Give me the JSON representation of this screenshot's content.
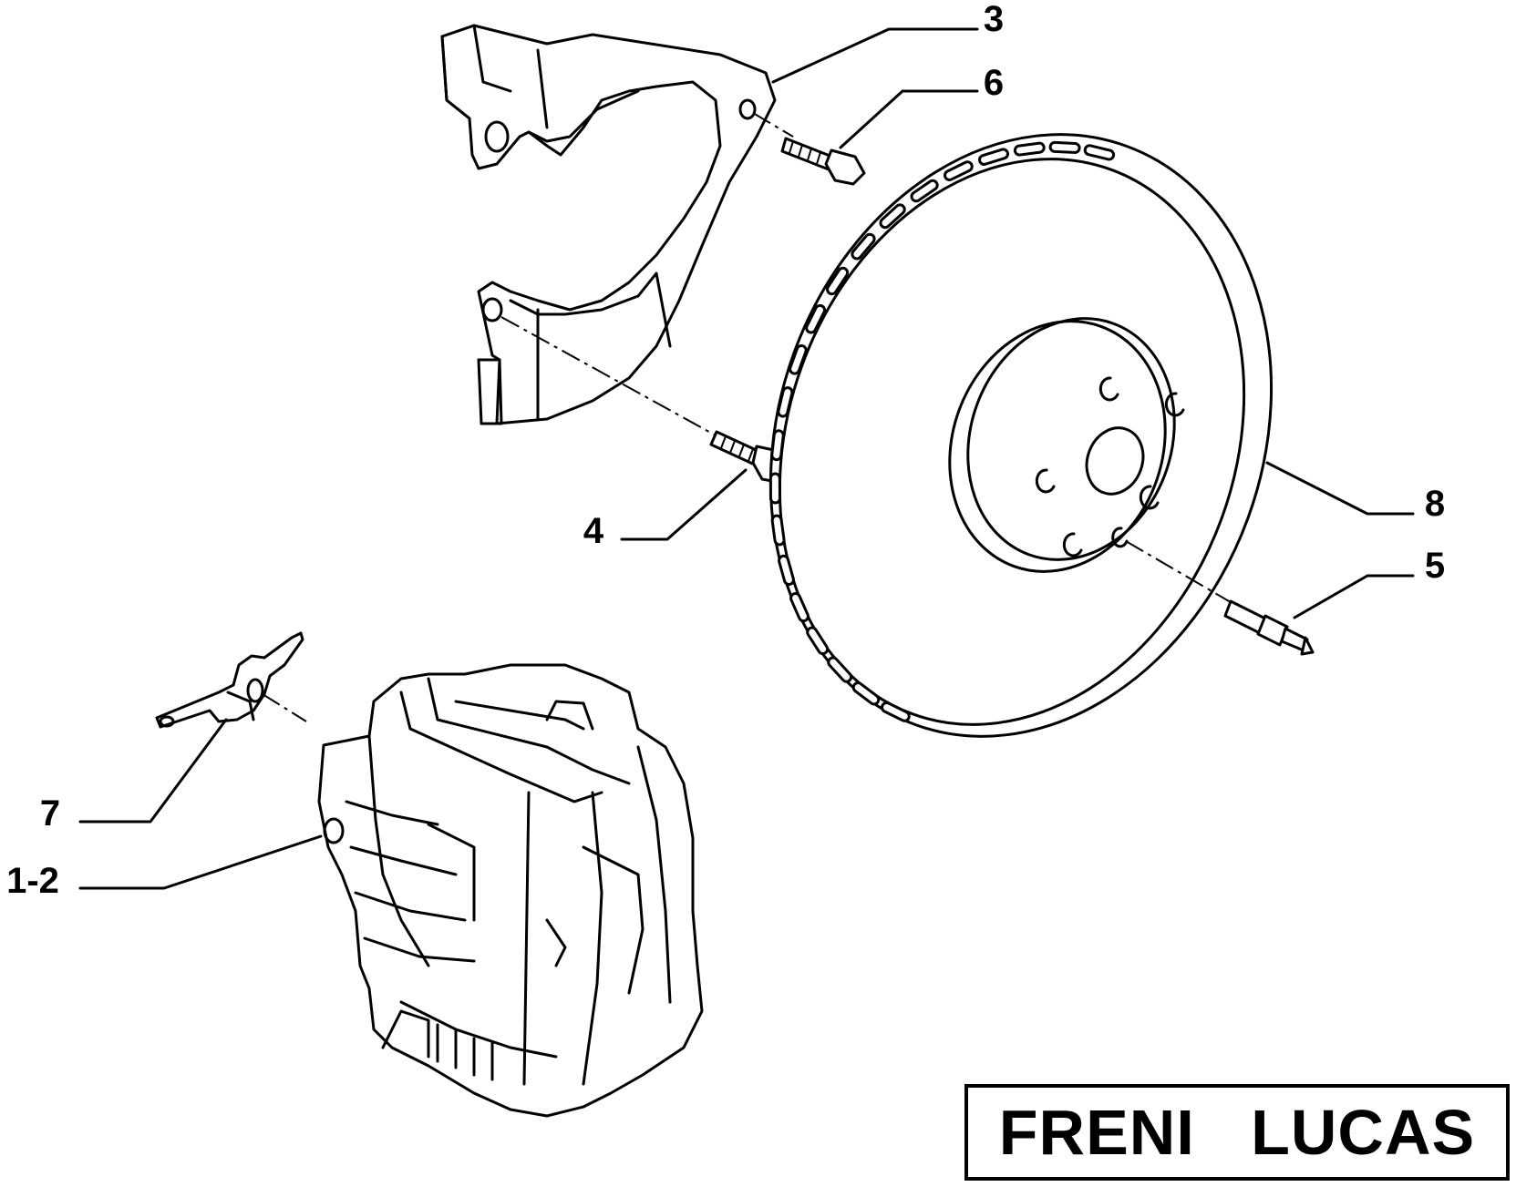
{
  "title": "FRENI   LUCAS",
  "callouts": [
    {
      "id": "3",
      "label": "3"
    },
    {
      "id": "6",
      "label": "6"
    },
    {
      "id": "4",
      "label": "4"
    },
    {
      "id": "8",
      "label": "8"
    },
    {
      "id": "5",
      "label": "5"
    },
    {
      "id": "7",
      "label": "7"
    },
    {
      "id": "1-2",
      "label": "1-2"
    }
  ],
  "parts": [
    {
      "name": "brake-dust-shield"
    },
    {
      "name": "shield-bolt"
    },
    {
      "name": "shield-bolt-lower"
    },
    {
      "name": "brake-disc"
    },
    {
      "name": "disc-locating-pin"
    },
    {
      "name": "pad-wear-sensor-bracket"
    },
    {
      "name": "brake-caliper"
    }
  ]
}
